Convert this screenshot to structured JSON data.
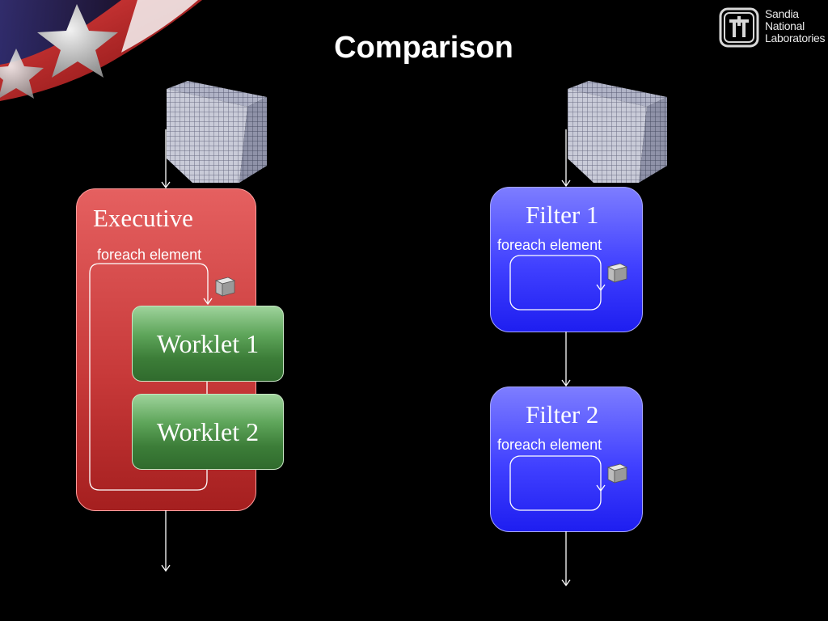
{
  "title": "Comparison",
  "logo": {
    "lines": [
      "Sandia",
      "National",
      "Laboratories"
    ]
  },
  "left": {
    "executive_label": "Executive",
    "loop_label": "foreach element",
    "worklets": [
      "Worklet 1",
      "Worklet 2"
    ]
  },
  "right": {
    "filters": [
      {
        "label": "Filter 1",
        "loop_label": "foreach element"
      },
      {
        "label": "Filter 2",
        "loop_label": "foreach element"
      }
    ]
  },
  "colors": {
    "executive": "#c63838",
    "filter": "#4040ff",
    "worklet": "#3c7d38",
    "background": "#000000"
  }
}
